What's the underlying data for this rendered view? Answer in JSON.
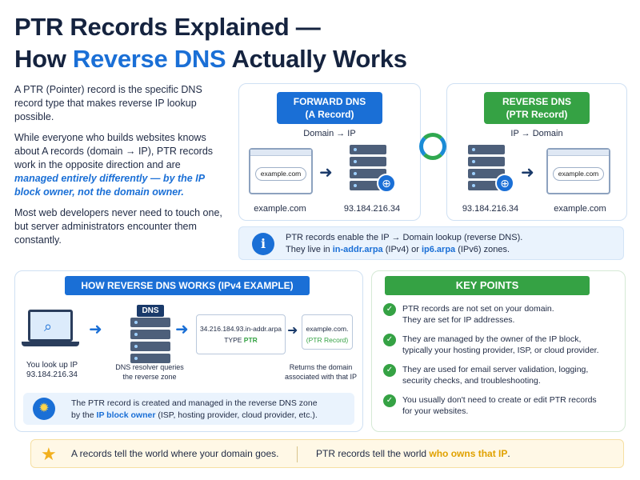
{
  "title": {
    "line1": "PTR Records Explained —",
    "line2_pre": "How ",
    "line2_blue": "Reverse DNS",
    "line2_post": " Actually Works"
  },
  "intro": {
    "p1": "A PTR (Pointer) record is the specific DNS record type that makes reverse IP lookup possible.",
    "p2_pre": "While everyone who builds websites knows about A records (domain → IP), PTR records work in the opposite direction and are ",
    "p2_em": "managed entirely differently — by the IP block owner, not the domain owner.",
    "p3": "Most web developers never need to touch one, but server administrators encounter them constantly."
  },
  "forward": {
    "tag_line1": "FORWARD DNS",
    "tag_line2": "(A Record)",
    "direction": "Domain → IP",
    "url": "example.com",
    "left_caption": "example.com",
    "right_caption": "93.184.216.34"
  },
  "reverse": {
    "tag_line1": "REVERSE DNS",
    "tag_line2": "(PTR Record)",
    "direction": "IP → Domain",
    "url": "example.com",
    "left_caption": "93.184.216.34",
    "right_caption": "example.com"
  },
  "info": {
    "line1": "PTR records enable the IP → Domain lookup (reverse DNS).",
    "line2_pre": "They live in ",
    "ipv4_zone": "in-addr.arpa",
    "line2_mid": " (IPv4) or ",
    "ipv6_zone": "ip6.arpa",
    "line2_post": " (IPv6) zones."
  },
  "how": {
    "title": "HOW REVERSE DNS WORKS (IPv4 EXAMPLE)",
    "dns_label": "DNS",
    "lookup_line1": "You look up IP",
    "lookup_line2": "93.184.216.34",
    "resolver_line1": "DNS resolver queries",
    "resolver_line2": "the reverse zone",
    "zone_name": "34.216.184.93.in-addr.arpa",
    "type_pre": "TYPE ",
    "type_val": "PTR",
    "result_domain": "example.com.",
    "result_type": "(PTR Record)",
    "returns_line1": "Returns the domain",
    "returns_line2": "associated with that IP",
    "note_line1": "The PTR record is created and managed in the reverse DNS zone",
    "note_line2_pre": "by the ",
    "note_owner": "IP block owner",
    "note_line2_post": " (ISP, hosting provider, cloud provider, etc.)."
  },
  "key_points": {
    "title": "KEY POINTS",
    "items": [
      {
        "l1": "PTR records are not set on your domain.",
        "l2": "They are set for IP addresses."
      },
      {
        "l1": "They are managed by the owner of the IP block,",
        "l2": "typically your hosting provider, ISP, or cloud provider."
      },
      {
        "l1": "They are used for email server validation, logging,",
        "l2": "security checks, and troubleshooting."
      },
      {
        "l1": "You usually don't need to create or edit PTR records",
        "l2": "for your websites."
      }
    ]
  },
  "footer": {
    "a": "A records tell the world where your domain goes.",
    "b_pre": "PTR records tell the world ",
    "b_highlight": "who owns that IP",
    "b_post": "."
  },
  "icons": {
    "info": "info-icon",
    "bulb": "lightbulb-icon",
    "star": "star-icon",
    "check": "check-icon",
    "cycle": "sync-icon"
  },
  "colors": {
    "blue": "#1a6fd6",
    "green": "#35a244",
    "navy": "#15233f",
    "amber": "#e0a100"
  }
}
